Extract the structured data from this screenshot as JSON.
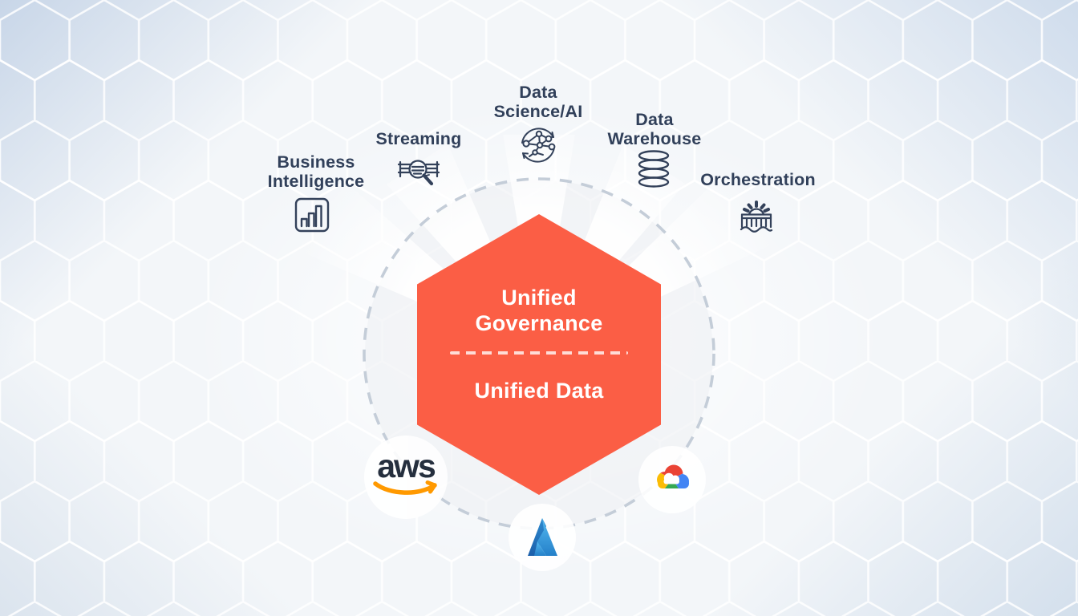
{
  "diagram": {
    "title_top": "Unified Governance",
    "title_bottom": "Unified Data",
    "capabilities": [
      {
        "label": "Business Intelligence",
        "icon": "bar-chart-icon"
      },
      {
        "label": "Streaming",
        "icon": "stream-magnifier-icon"
      },
      {
        "label": "Data Science/AI",
        "icon": "network-refresh-icon"
      },
      {
        "label": "Data Warehouse",
        "icon": "database-stack-icon"
      },
      {
        "label": "Orchestration",
        "icon": "gear-bridge-icon"
      }
    ],
    "cloud_platforms": [
      {
        "name": "AWS",
        "wordmark": "aws",
        "icon": "aws-logo"
      },
      {
        "name": "Microsoft Azure",
        "icon": "azure-logo"
      },
      {
        "name": "Google Cloud",
        "icon": "google-cloud-logo"
      }
    ],
    "colors": {
      "hexagon": "#FB5E45",
      "label_text": "#31405A",
      "icon_stroke": "#33415A",
      "dashed_circle": "#C4CDD8",
      "divider_dashes": "rgba(255,255,255,0.78)",
      "aws_text": "#252F3E",
      "aws_smile": "#FF9900",
      "gcp_red": "#EA4335",
      "gcp_blue": "#4285F4",
      "gcp_green": "#34A853",
      "gcp_yellow": "#FBBC05",
      "azure_blue_dark": "#1B5FAA",
      "azure_blue_light": "#54B9F0"
    }
  }
}
